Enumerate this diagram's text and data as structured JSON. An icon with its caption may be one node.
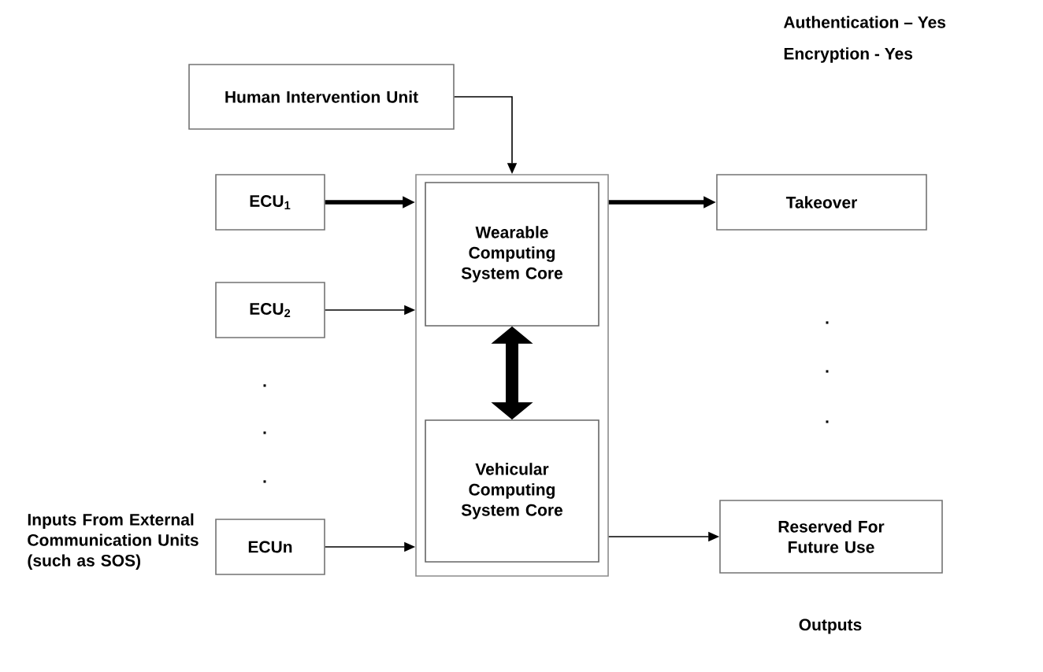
{
  "diagram": {
    "nodes": [
      {
        "text": [
          "Human Intervention Unit"
        ]
      },
      {
        "text": [
          "ECU$_{1}$"
        ]
      },
      {
        "text": [
          "ECU$_{2}$"
        ]
      },
      {
        "text": [
          "ECUn"
        ]
      },
      {
        "text": [],
        "shape": "box"
      },
      {
        "text": [
          "Wearable Computing System Core"
        ],
        "in": 4
      },
      {
        "text": [
          "Vehicular Computing System Core"
        ],
        "in": 4
      },
      {
        "text": [
          "Takeover"
        ]
      },
      {
        "text": [
          "Reserved For Future Use"
        ]
      }
    ],
    "edges": [
      {
        "from": 0,
        "to": 4,
        "arrow": "to"
      },
      {
        "from": 1,
        "to": 4,
        "arrow": "to",
        "style": "thick"
      },
      {
        "from": 2,
        "to": 4,
        "arrow": "to"
      },
      {
        "from": 3,
        "to": 4,
        "arrow": "to"
      },
      {
        "from": 5,
        "to": 6,
        "arrow": "both",
        "style": "thick"
      },
      {
        "from": 4,
        "to": 7,
        "arrow": "to",
        "style": "thick"
      },
      {
        "from": 4,
        "to": 8,
        "arrow": "to"
      }
    ],
    "labels": [
      "Authentication – Yes",
      "Encryption -  Yes",
      ".",
      ".",
      ".",
      ".",
      ".",
      ".",
      "Inputs From External Communication Units (such as SOS)",
      "Outputs"
    ]
  }
}
